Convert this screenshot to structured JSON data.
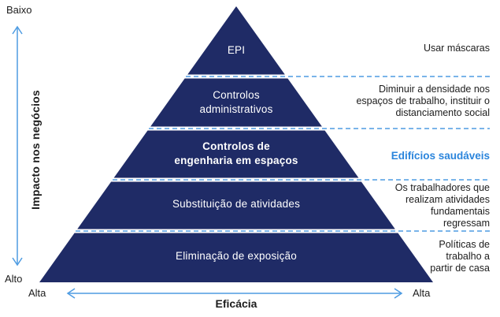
{
  "colors": {
    "pyramid_navy": "#1f2b66",
    "accent_blue": "#4f9ce2",
    "highlight_blue": "#2b85dc",
    "text_dark": "#1c1c1c",
    "label_white": "#ffffff"
  },
  "left_axis": {
    "top_label": "Baixo",
    "bottom_label": "Alto",
    "title": "Impacto nos negócios"
  },
  "bottom_axis": {
    "left_label": "Alta",
    "right_label": "Alta",
    "title": "Eficácia"
  },
  "pyramid": {
    "levels": [
      {
        "label_lines": [
          "EPI"
        ],
        "bold": false
      },
      {
        "label_lines": [
          "Controlos",
          "administrativos"
        ],
        "bold": false
      },
      {
        "label_lines": [
          "Controlos de",
          "engenharia em espaços"
        ],
        "bold": true
      },
      {
        "label_lines": [
          "Substituição de atividades"
        ],
        "bold": false
      },
      {
        "label_lines": [
          "Eliminação de exposição"
        ],
        "bold": false
      }
    ]
  },
  "annotations": [
    {
      "lines": [
        "Usar máscaras"
      ],
      "emphasis": false
    },
    {
      "lines": [
        "Diminuir a densidade nos",
        "espaços de trabalho, instituir o",
        "distanciamento social"
      ],
      "emphasis": false
    },
    {
      "lines": [
        "Edifícios saudáveis"
      ],
      "emphasis": true
    },
    {
      "lines": [
        "Os trabalhadores que",
        "realizam atividades",
        "fundamentais",
        "regressam"
      ],
      "emphasis": false
    },
    {
      "lines": [
        "Políticas de",
        "trabalho a",
        "partir de casa"
      ],
      "emphasis": false
    }
  ]
}
